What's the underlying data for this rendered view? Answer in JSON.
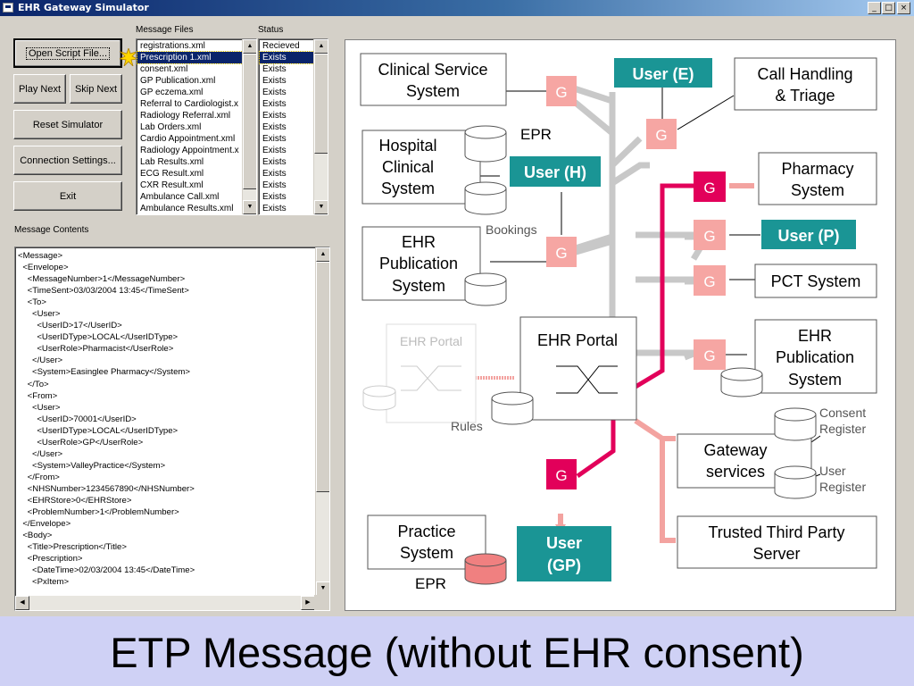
{
  "window": {
    "title": "EHR Gateway Simulator",
    "controls": [
      "_",
      "□",
      "×"
    ]
  },
  "buttons": {
    "open_script": "Open Script File...",
    "play_next": "Play Next",
    "skip_next": "Skip Next",
    "reset": "Reset Simulator",
    "connection": "Connection Settings...",
    "exit": "Exit"
  },
  "labels": {
    "message_files": "Message Files",
    "status": "Status",
    "message_contents": "Message Contents"
  },
  "message_files": [
    {
      "name": "registrations.xml",
      "status": "Recieved"
    },
    {
      "name": "Prescription 1.xml",
      "status": "Exists",
      "selected": true
    },
    {
      "name": "consent.xml",
      "status": "Exists"
    },
    {
      "name": "GP Publication.xml",
      "status": "Exists"
    },
    {
      "name": "GP eczema.xml",
      "status": "Exists"
    },
    {
      "name": "Referral to Cardiologist.x",
      "status": "Exists"
    },
    {
      "name": "Radiology Referral.xml",
      "status": "Exists"
    },
    {
      "name": "Lab Orders.xml",
      "status": "Exists"
    },
    {
      "name": "Cardio Appointment.xml",
      "status": "Exists"
    },
    {
      "name": "Radiology Appointment.x",
      "status": "Exists"
    },
    {
      "name": "Lab Results.xml",
      "status": "Exists"
    },
    {
      "name": "ECG Result.xml",
      "status": "Exists"
    },
    {
      "name": "CXR Result.xml",
      "status": "Exists"
    },
    {
      "name": "Ambulance Call.xml",
      "status": "Exists"
    },
    {
      "name": "Ambulance Results.xml",
      "status": "Exists"
    }
  ],
  "message_contents": [
    "<Message>",
    "  <Envelope>",
    "    <MessageNumber>1</MessageNumber>",
    "    <TimeSent>03/03/2004 13:45</TimeSent>",
    "    <To>",
    "      <User>",
    "        <UserID>17</UserID>",
    "        <UserIDType>LOCAL</UserIDType>",
    "        <UserRole>Pharmacist</UserRole>",
    "      </User>",
    "      <System>Easinglee Pharmacy</System>",
    "    </To>",
    "    <From>",
    "      <User>",
    "        <UserID>70001</UserID>",
    "        <UserIDType>LOCAL</UserIDType>",
    "        <UserRole>GP</UserRole>",
    "      </User>",
    "      <System>ValleyPractice</System>",
    "    </From>",
    "    <NHSNumber>1234567890</NHSNumber>",
    "    <EHRStore>0</EHRStore>",
    "    <ProblemNumber>1</ProblemNumber>",
    "  </Envelope>",
    "  <Body>",
    "    <Title>Prescription</Title>",
    "    <Prescription>",
    "      <DateTime>02/03/2004 13:45</DateTime>",
    "      <PxItem>"
  ],
  "diagram": {
    "gateway_label": "G",
    "boxes": {
      "clinical_service": [
        "Clinical Service",
        "System"
      ],
      "hospital_clinical": [
        "Hospital",
        "Clinical",
        "System"
      ],
      "ehr_publication_left": [
        "EHR",
        "Publication",
        "System"
      ],
      "ehr_portal_faded": "EHR Portal",
      "ehr_portal": "EHR Portal",
      "call_handling": [
        "Call Handling",
        "& Triage"
      ],
      "pharmacy": [
        "Pharmacy",
        "System"
      ],
      "pct_system": "PCT System",
      "ehr_publication_right": [
        "EHR",
        "Publication",
        "System"
      ],
      "gateway_services": [
        "Gateway",
        "services"
      ],
      "trusted_third_party": [
        "Trusted Third Party",
        "Server"
      ],
      "practice_system": [
        "Practice",
        "System"
      ]
    },
    "users": {
      "user_e": "User (E)",
      "user_h": "User (H)",
      "user_p": "User (P)",
      "user_gp": [
        "User",
        "(GP)"
      ]
    },
    "labels": {
      "epr_top": "EPR",
      "bookings": "Bookings",
      "rules": "Rules",
      "consent_register": [
        "Consent",
        "Register"
      ],
      "user_register": [
        "User",
        "Register"
      ],
      "epr_bottom": "EPR"
    },
    "colors": {
      "user_teal": "#1a9595",
      "gateway_active": "#e2005a",
      "gateway_faded": "#f3a3a0",
      "route_gray": "#c8c8c8"
    }
  },
  "slide_title": "ETP Message (without EHR consent)"
}
